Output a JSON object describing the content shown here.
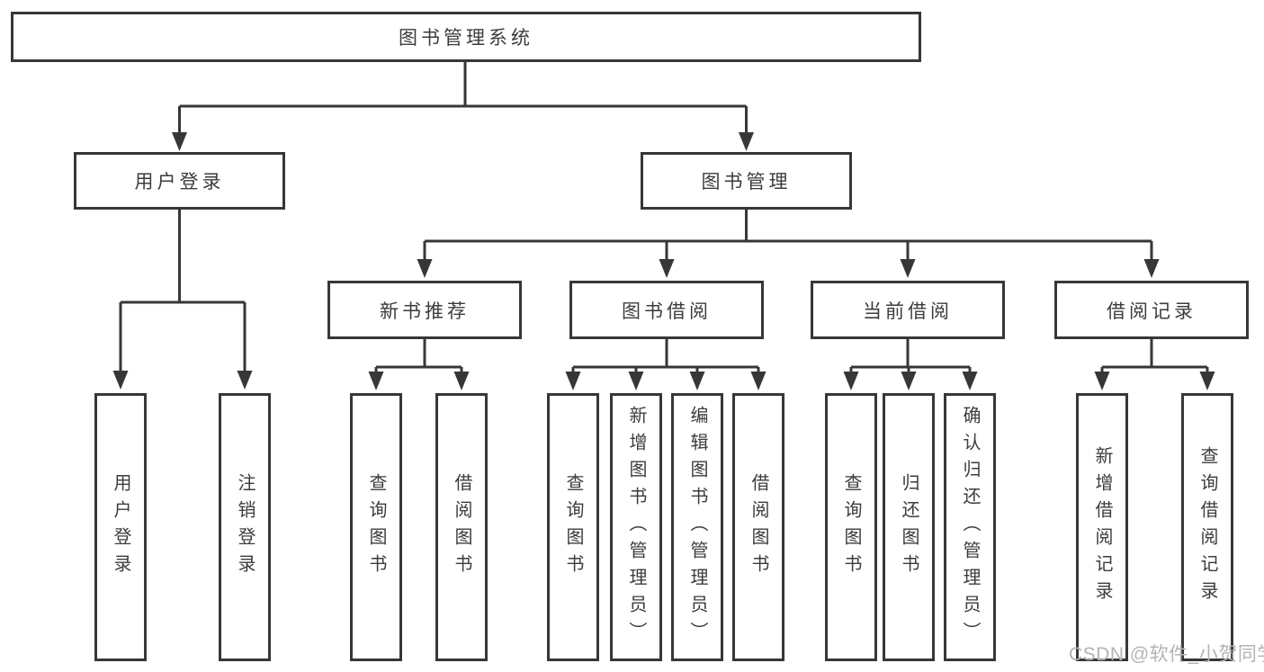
{
  "diagram": {
    "root": {
      "label": "图书管理系统"
    },
    "branches": [
      {
        "label": "用户登录",
        "children": [
          {
            "label": "用户登录"
          },
          {
            "label": "注销登录"
          }
        ]
      },
      {
        "label": "图书管理",
        "children": [
          {
            "label": "新书推荐",
            "children": [
              {
                "label": "查询图书"
              },
              {
                "label": "借阅图书"
              }
            ]
          },
          {
            "label": "图书借阅",
            "children": [
              {
                "label": "查询图书"
              },
              {
                "label": "新增图书（管理员）"
              },
              {
                "label": "编辑图书（管理员）"
              },
              {
                "label": "借阅图书"
              }
            ]
          },
          {
            "label": "当前借阅",
            "children": [
              {
                "label": "查询图书"
              },
              {
                "label": "归还图书"
              },
              {
                "label": "确认归还（管理员）"
              }
            ]
          },
          {
            "label": "借阅记录",
            "children": [
              {
                "label": "新增借阅记录"
              },
              {
                "label": "查询借阅记录"
              }
            ]
          }
        ]
      }
    ]
  },
  "watermark": {
    "text": "CSDN @软件_小贺同学"
  },
  "colors": {
    "line": "#373737",
    "text": "#3c3c3c",
    "box_background": "#ffffff",
    "watermark": "#b3b3b3"
  }
}
